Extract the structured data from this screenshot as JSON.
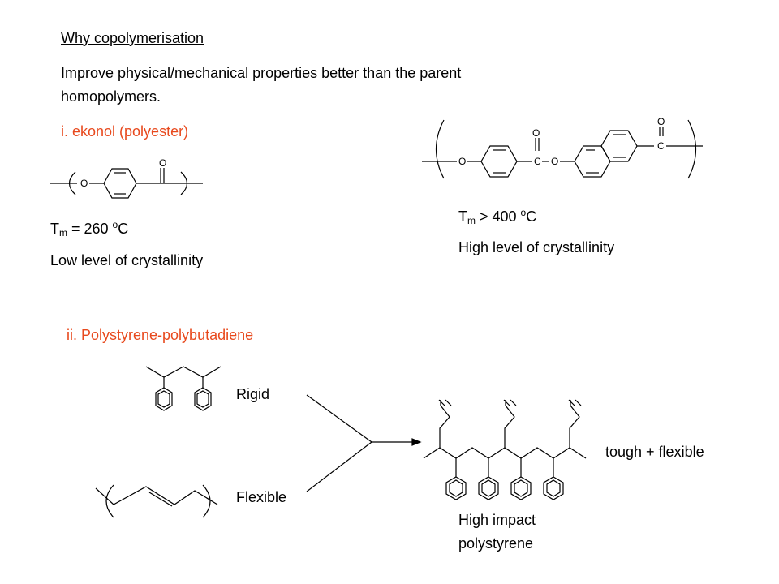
{
  "heading": "Why copolymerisation",
  "intro_line1": "Improve physical/mechanical properties better than the parent",
  "intro_line2": "homopolymers.",
  "section1": "i. ekonol (polyester)",
  "tm1": {
    "prefix": "T",
    "sub": "m",
    "mid": " = 260 ",
    "sup": "o",
    "unit": "C"
  },
  "cryst1": "Low level of crystallinity",
  "tm2": {
    "prefix": "T",
    "sub": "m",
    "mid": " > 400 ",
    "sup": "o",
    "unit": "C"
  },
  "cryst2": "High level of crystallinity",
  "section2": "ii. Polystyrene-polybutadiene",
  "rigid": "Rigid",
  "flexible": "Flexible",
  "result": "tough + flexible",
  "hips_line1": "High impact",
  "hips_line2": "polystyrene",
  "atoms": {
    "o": "O",
    "c": "C"
  },
  "colors": {
    "accent": "#e8491d",
    "text": "#000000"
  }
}
